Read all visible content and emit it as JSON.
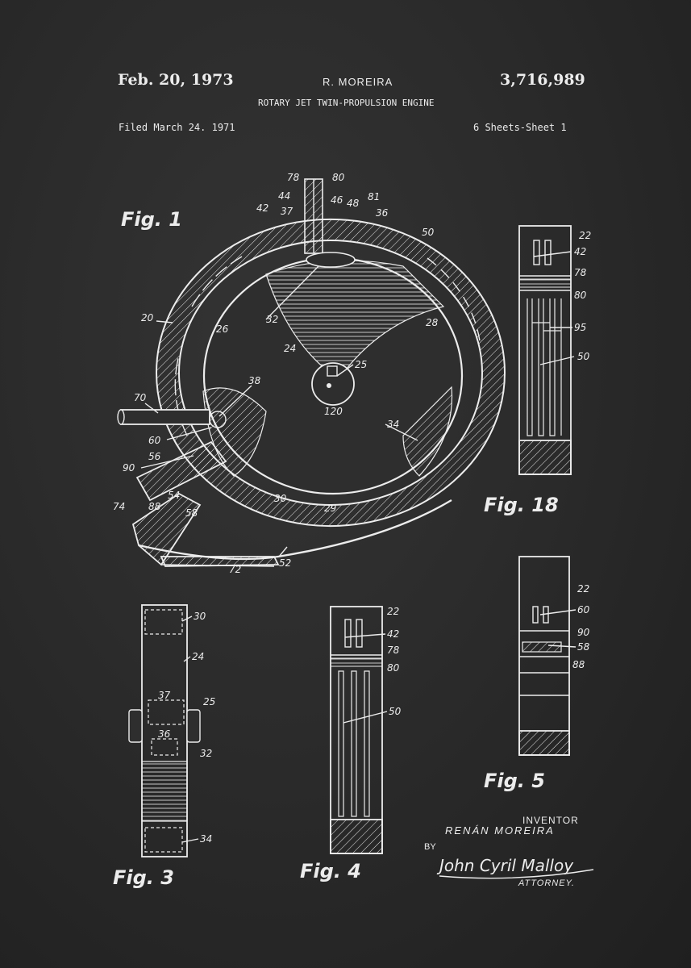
{
  "header": {
    "date": "Feb. 20, 1973",
    "inventor": "R. MOREIRA",
    "patent_number": "3,716,989",
    "title": "ROTARY JET TWIN-PROPULSION ENGINE",
    "filed": "Filed March 24. 1971",
    "sheets": "6 Sheets-Sheet 1"
  },
  "figures": {
    "fig1": "Fig. 1",
    "fig18": "Fig. 18",
    "fig3": "Fig. 3",
    "fig4": "Fig. 4",
    "fig5": "Fig. 5"
  },
  "fig1_labels": {
    "l78": "78",
    "l80": "80",
    "l44": "44",
    "l37": "37",
    "l42": "42",
    "l46": "46",
    "l48": "48",
    "l81": "81",
    "l36": "36",
    "l50": "50",
    "l20": "20",
    "l26": "26",
    "l32": "32",
    "l28": "28",
    "l24": "24",
    "l25": "25",
    "l120": "120",
    "l38": "38",
    "l70": "70",
    "l60": "60",
    "l56": "56",
    "l90": "90",
    "l74": "74",
    "l88": "88",
    "l54": "54",
    "l58": "58",
    "l30": "30",
    "l29": "29",
    "l34": "34",
    "l52": "52",
    "l72": "72"
  },
  "fig18_labels": {
    "l22": "22",
    "l42": "42",
    "l78": "78",
    "l80": "80",
    "l95": "95",
    "l50": "50"
  },
  "fig3_labels": {
    "l30": "30",
    "l24": "24",
    "l37": "37",
    "l25": "25",
    "l36": "36",
    "l32": "32",
    "l34": "34"
  },
  "fig4_labels": {
    "l22": "22",
    "l42": "42",
    "l78": "78",
    "l80": "80",
    "l50": "50"
  },
  "fig5_labels": {
    "l22": "22",
    "l60": "60",
    "l90": "90",
    "l58": "58",
    "l88": "88"
  },
  "signature": {
    "inventor_label": "INVENTOR",
    "inventor_name": "RENÁN MOREIRA",
    "by": "BY",
    "attorney_signature": "John Cyril Malloy",
    "attorney_label": "ATTORNEY."
  },
  "colors": {
    "background": "#2b2b2b",
    "ink": "#ececec"
  }
}
